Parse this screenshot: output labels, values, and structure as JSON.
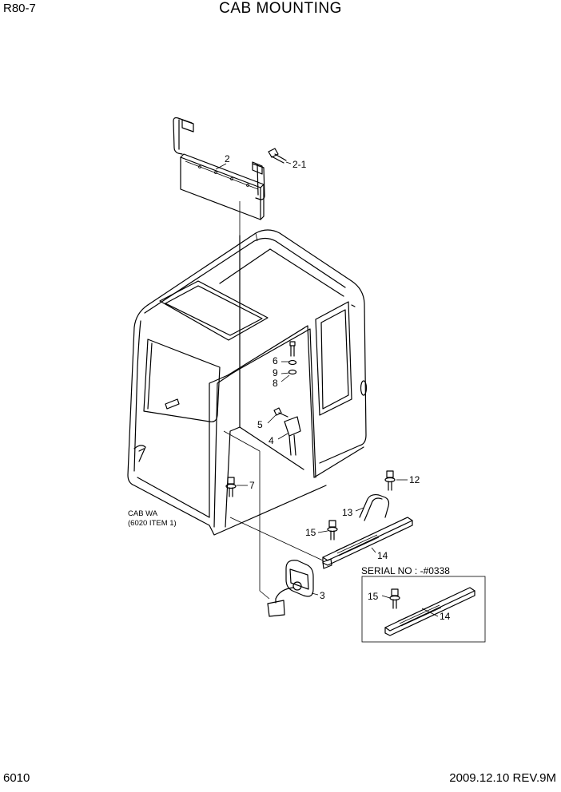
{
  "header": {
    "model": "R80-7",
    "title": "CAB MOUNTING"
  },
  "footer": {
    "page_number": "6010",
    "revision": "2009.12.10  REV.9M"
  },
  "callouts": {
    "c2": "2",
    "c2_1": "2-1",
    "c6": "6",
    "c9": "9",
    "c8": "8",
    "c5": "5",
    "c4": "4",
    "c7": "7",
    "c12": "12",
    "c13": "13",
    "c15": "15",
    "c14": "14",
    "c3": "3",
    "c15b": "15",
    "c14b": "14"
  },
  "notes": {
    "cab_line1": "CAB WA",
    "cab_line2": "(6020 ITEM 1)",
    "serial": "SERIAL NO : -#0338"
  }
}
